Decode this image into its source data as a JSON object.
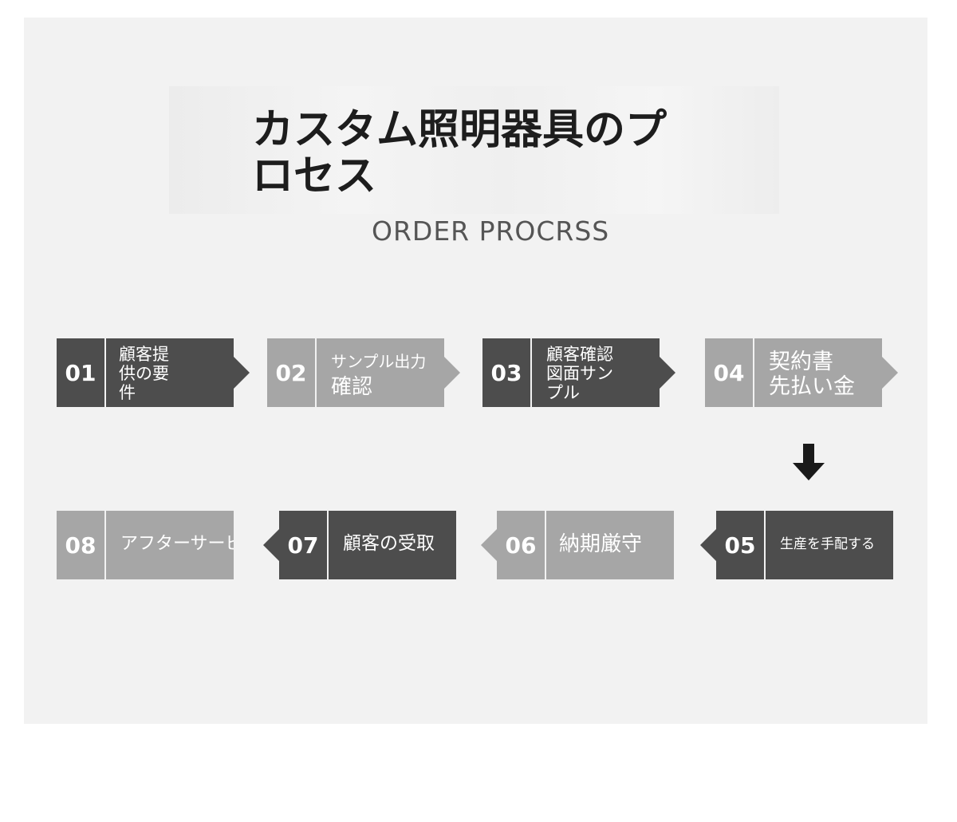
{
  "title": "カスタム照明器具のプロセス",
  "subtitle": "ORDER PROCRSS",
  "steps": [
    {
      "num": "01",
      "label": "顧客提\n供の要\n件"
    },
    {
      "num": "02",
      "label_small": "サンプル出力",
      "label_big": "確認"
    },
    {
      "num": "03",
      "label": "顧客確認\n図面サン\nプル"
    },
    {
      "num": "04",
      "label": "契約書\n先払い金"
    },
    {
      "num": "05",
      "label": "生産を手配する"
    },
    {
      "num": "06",
      "label": "納期厳守"
    },
    {
      "num": "07",
      "label": "顧客の受取"
    },
    {
      "num": "08",
      "label": "アフターサービス"
    }
  ],
  "colors": {
    "dark": "#4d4d4d",
    "light": "#a6a6a6",
    "background": "#f2f2f2"
  }
}
